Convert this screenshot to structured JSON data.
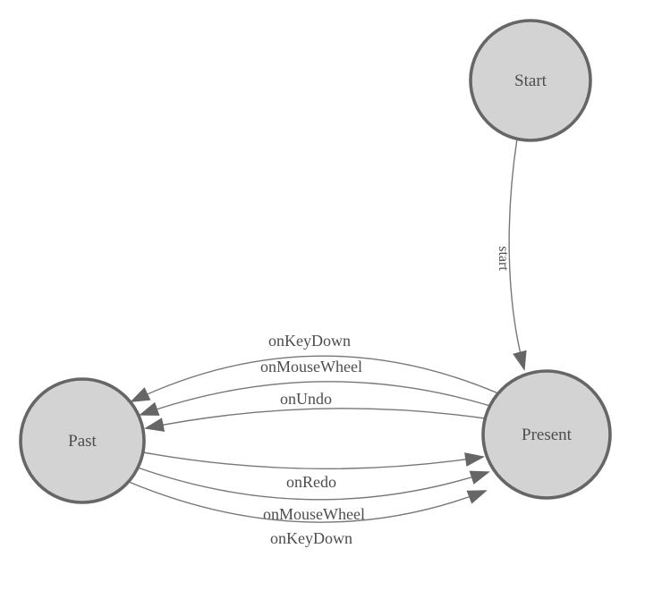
{
  "colors": {
    "background": "#ffffff",
    "node_fill": "#d3d3d3",
    "node_stroke": "#666666",
    "edge_stroke": "#777777",
    "arrow_fill": "#666666",
    "text_color": "#4d4d4d"
  },
  "icons": {
    "arrowhead": "filled-triangle-arrowhead"
  },
  "nodes": [
    {
      "id": "start",
      "label": "Start"
    },
    {
      "id": "past",
      "label": "Past"
    },
    {
      "id": "present",
      "label": "Present"
    }
  ],
  "edges": [
    {
      "from": "start",
      "to": "present",
      "label": "start"
    },
    {
      "from": "present",
      "to": "past",
      "label": "onKeyDown"
    },
    {
      "from": "present",
      "to": "past",
      "label": "onMouseWheel"
    },
    {
      "from": "present",
      "to": "past",
      "label": "onUndo"
    },
    {
      "from": "past",
      "to": "present",
      "label": "onRedo"
    },
    {
      "from": "past",
      "to": "present",
      "label": "onMouseWheel"
    },
    {
      "from": "past",
      "to": "present",
      "label": "onKeyDown"
    }
  ]
}
